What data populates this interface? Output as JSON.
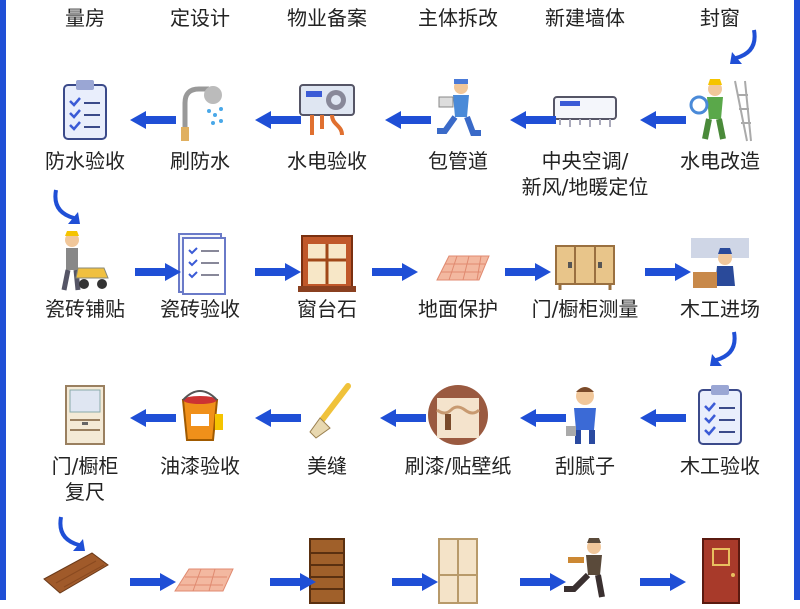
{
  "colors": {
    "arrow": "#1f4fd6",
    "frame": "#1f4fd6",
    "text": "#222222"
  },
  "row0": [
    "量房",
    "定设计",
    "物业备案",
    "主体拆改",
    "新建墙体",
    "封窗"
  ],
  "row1": [
    "防水验收",
    "刷防水",
    "水电验收",
    "包管道",
    "中央空调/\n新风/地暖定位",
    "水电改造"
  ],
  "row2": [
    "瓷砖铺贴",
    "瓷砖验收",
    "窗台石",
    "地面保护",
    "门/橱柜测量",
    "木工进场"
  ],
  "row3": [
    "门/橱柜\n复尺",
    "油漆验收",
    "美缝",
    "刷漆/贴壁纸",
    "刮腻子",
    "木工验收"
  ],
  "icons": {
    "row1": [
      "clipboard-icon",
      "shower-icon",
      "water-heater-icon",
      "plumber-icon",
      "air-conditioner-icon",
      "electrician-icon"
    ],
    "row2": [
      "tiler-icon",
      "checklist-icon",
      "window-sill-icon",
      "floor-protection-icon",
      "cabinet-icon",
      "carpenter-icon"
    ],
    "row3": [
      "cabinet-door-icon",
      "paint-bucket-icon",
      "brush-icon",
      "wall-paint-icon",
      "worker-icon",
      "clipboard-icon"
    ],
    "row4": [
      "wood-board-icon",
      "floor-mat-icon",
      "shelf-icon",
      "wardrobe-icon",
      "kneeling-worker-icon",
      "door-icon"
    ]
  }
}
